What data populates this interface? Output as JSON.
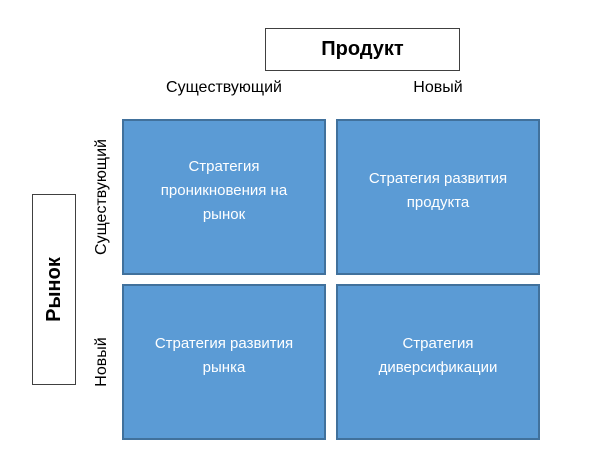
{
  "diagram": {
    "type": "ansoff-matrix",
    "product_axis": {
      "title": "Продукт",
      "columns": [
        "Существующий",
        "Новый"
      ]
    },
    "market_axis": {
      "title": "Рынок",
      "rows": [
        "Существующий",
        "Новый"
      ]
    },
    "cells": [
      {
        "row": "Существующий",
        "column": "Существующий",
        "label": "Стратегия проникновения на рынок"
      },
      {
        "row": "Существующий",
        "column": "Новый",
        "label": "Стратегия развития продукта"
      },
      {
        "row": "Новый",
        "column": "Существующий",
        "label": "Стратегия развития рынка"
      },
      {
        "row": "Новый",
        "column": "Новый",
        "label": "Стратегия диверсификации"
      }
    ],
    "colors": {
      "cell_fill": "#5B9BD5",
      "cell_border": "#41719C",
      "axis_box_border": "#404040",
      "cell_text": "#FFFFFF",
      "label_text": "#000000",
      "background": "#FFFFFF"
    }
  }
}
